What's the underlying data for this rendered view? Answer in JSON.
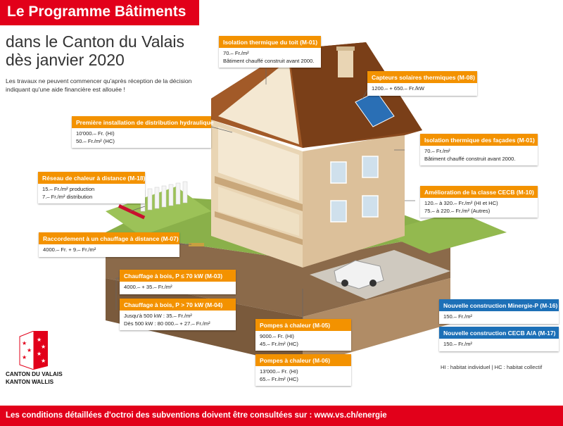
{
  "header": {
    "title": "Le Programme Bâtiments",
    "subtitle_line1": "dans le Canton du Valais",
    "subtitle_line2": "dès janvier 2020",
    "intro": "Les travaux ne peuvent commencer qu'après réception de la décision indiquant qu'une aide financière est allouée !"
  },
  "boxes": {
    "m01_toit": {
      "title": "Isolation thermique du toit (M-01)",
      "l1": "70.– Fr./m²",
      "l2": "Bâtiment chauffé construit avant 2000."
    },
    "m08": {
      "title": "Capteurs solaires thermiques (M-08)",
      "l1": "1200.– + 650.– Fr./kW"
    },
    "hydraulique": {
      "title": "Première installation de distribution hydraulique",
      "l1": "10'000.– Fr. (HI)",
      "l2": "50.– Fr./m² (HC)"
    },
    "m01_facades": {
      "title": "Isolation thermique des façades (M-01)",
      "l1": "70.– Fr./m²",
      "l2": "Bâtiment chauffé construit avant 2000."
    },
    "m18": {
      "title": "Réseau de chaleur à distance (M-18)",
      "l1": "15.– Fr./m² production",
      "l2": "7.– Fr./m² distribution"
    },
    "m10": {
      "title": "Amélioration de la classe CECB (M-10)",
      "l1": "120.– à 320.– Fr./m² (HI et HC)",
      "l2": "75.– à 220.– Fr./m² (Autres)"
    },
    "m07": {
      "title": "Raccordement à un chauffage à distance (M-07)",
      "l1": "4000.– Fr. + 9.– Fr./m²"
    },
    "m03": {
      "title": "Chauffage à bois, P ≤ 70 kW (M-03)",
      "l1": "4000.– + 35.– Fr./m²"
    },
    "m04": {
      "title": "Chauffage à bois, P > 70 kW (M-04)",
      "l1": "Jusqu'à 500 kW : 35.– Fr./m²",
      "l2": "Dès 500 kW : 80 000.– + 27.– Fr./m²"
    },
    "m05": {
      "title": "Pompes à chaleur (M-05)",
      "l1": "9000.– Fr. (HI)",
      "l2": "45.– Fr./m² (HC)"
    },
    "m06": {
      "title": "Pompes à chaleur (M-06)",
      "l1": "13'000.– Fr. (HI)",
      "l2": "65.– Fr./m² (HC)"
    },
    "m16": {
      "title": "Nouvelle construction Minergie-P (M-16)",
      "l1": "150.– Fr./m²"
    },
    "m17": {
      "title": "Nouvelle construction CECB A/A (M-17)",
      "l1": "150.– Fr./m²"
    }
  },
  "legend": "HI : habitat individuel  |  HC : habitat collectif",
  "logo": {
    "line1": "CANTON DU VALAIS",
    "line2": "KANTON WALLIS"
  },
  "footer": "Les conditions détaillées d'octroi des subventions doivent être consultées sur : www.vs.ch/energie",
  "colors": {
    "brand_red": "#e2001a",
    "orange": "#f39200",
    "blue": "#1d70b7"
  }
}
